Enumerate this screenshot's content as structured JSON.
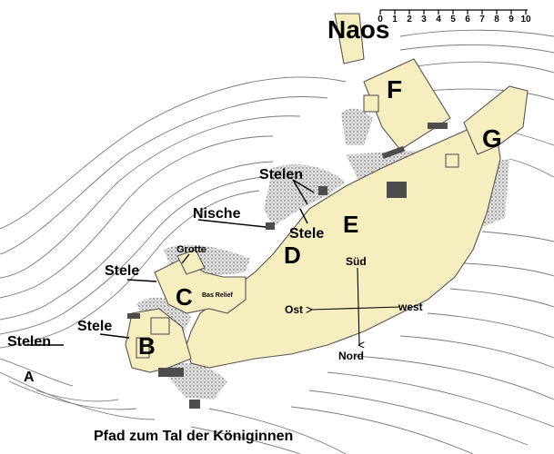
{
  "scale": {
    "ticks": [
      "0",
      "1",
      "2",
      "3",
      "4",
      "5",
      "6",
      "7",
      "8",
      "9",
      "10"
    ]
  },
  "labels": {
    "naos": "Naos",
    "F": "F",
    "G": "G",
    "E": "E",
    "D": "D",
    "C": "C",
    "B": "B",
    "A": "A",
    "stelen_top": "Stelen",
    "nische": "Nische",
    "stele_e": "Stele",
    "grotte": "Grotte",
    "stele_c": "Stele",
    "bas_relief": "Bas Relief",
    "stele_b": "Stele",
    "stelen_a": "Stelen",
    "sued": "Süd",
    "ost": "Ost",
    "west": "west",
    "nord": "Nord",
    "path": "Pfad zum Tal der Königinnen"
  },
  "colors": {
    "floor": "#f7eec0",
    "contour": "#7a7a7a",
    "shading": "#555555"
  }
}
